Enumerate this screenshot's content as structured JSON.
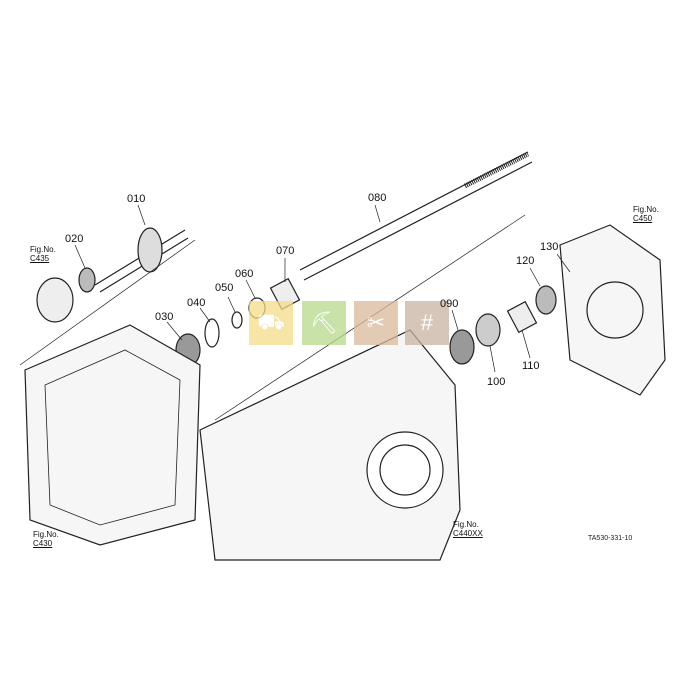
{
  "diagram": {
    "part_labels": [
      "010",
      "020",
      "030",
      "040",
      "050",
      "060",
      "070",
      "080",
      "090",
      "100",
      "110",
      "120",
      "130"
    ],
    "figure_refs": [
      {
        "prefix": "Fig.No.",
        "code": "C435"
      },
      {
        "prefix": "Fig.No.",
        "code": "C430"
      },
      {
        "prefix": "Fig.No.",
        "code": "C440XX"
      },
      {
        "prefix": "Fig.No.",
        "code": "C450"
      }
    ],
    "drawing_code": "TA530-331-10"
  },
  "watermark": {
    "icons": [
      "tractor-icon",
      "wheelbarrow-icon",
      "tools-icon",
      "fence-icon"
    ],
    "colors": [
      "#f5dd8a",
      "#b6d98c",
      "#d9b99b",
      "#c9b3a3"
    ]
  }
}
